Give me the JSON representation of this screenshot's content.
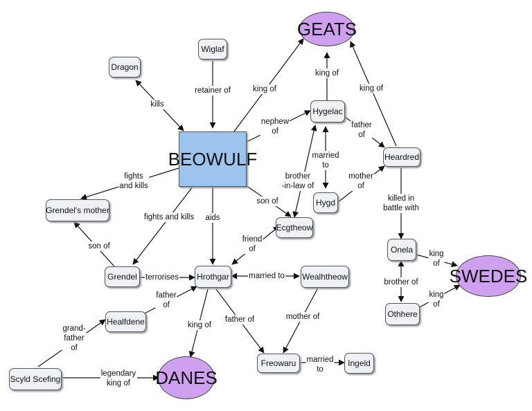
{
  "nodes": {
    "geats": "GEATS",
    "wiglaf": "Wiglaf",
    "dragon": "Dragon",
    "beowulf": "BEOWULF",
    "hygelac": "Hygelac",
    "heardred": "Heardred",
    "hygd": "Hygd",
    "grendels_mother": "Grendel's mother",
    "ecgtheow": "Ecgtheow",
    "onela": "Onela",
    "swedes": "SWEDES",
    "grendel": "Grendel",
    "hrothgar": "Hrothgar",
    "wealhtheow": "Wealhtheow",
    "othhere": "Othhere",
    "healfdene": "Healfdene",
    "freowaru": "Freowaru",
    "ingeld": "Ingeld",
    "scyld_scefing": "Scyld Scefing",
    "danes": "DANES"
  },
  "links": {
    "retainer_of": "retainer of",
    "kills": "kills",
    "beowulf_king_of": "king of",
    "hygelac_king_of": "king of",
    "heardred_king_of": "king of",
    "nephew_of": "nephew\nof",
    "father_of_heardred": "father\nof",
    "married_to_hygd": "married\nto",
    "mother_of_heardred": "mother\nof",
    "brother_in_law_of": "brother\n-in-law of",
    "killed_in_battle": "killed in\nbattle with",
    "fights_kills_mother": "fights\nand kills",
    "fights_kills_grendel": "fights and kills",
    "aids": "aids",
    "son_of_ecgtheow": "son of",
    "son_of_grendels_mother": "son of",
    "friend_of": "friend\nof",
    "onela_king_of": "king\nof",
    "brother_of": "brother of",
    "othhere_king_of": "king\nof",
    "terrorises": "terrorises",
    "married_to_wealhtheow": "married to",
    "healfdene_father_of": "father\nof",
    "hrothgar_king_of": "king of",
    "hrothgar_father_of": "father of",
    "mother_of_freowaru": "mother of",
    "grandfather_of": "grand-\nfather\nof",
    "married_to_ingeld": "married\nto",
    "legendary_king_of": "legendary\nking of"
  },
  "colors": {
    "main_node": "#9cc4ee",
    "group_node": "#cfa0ef",
    "box_node": "#eef1f5",
    "line": "#111111"
  }
}
